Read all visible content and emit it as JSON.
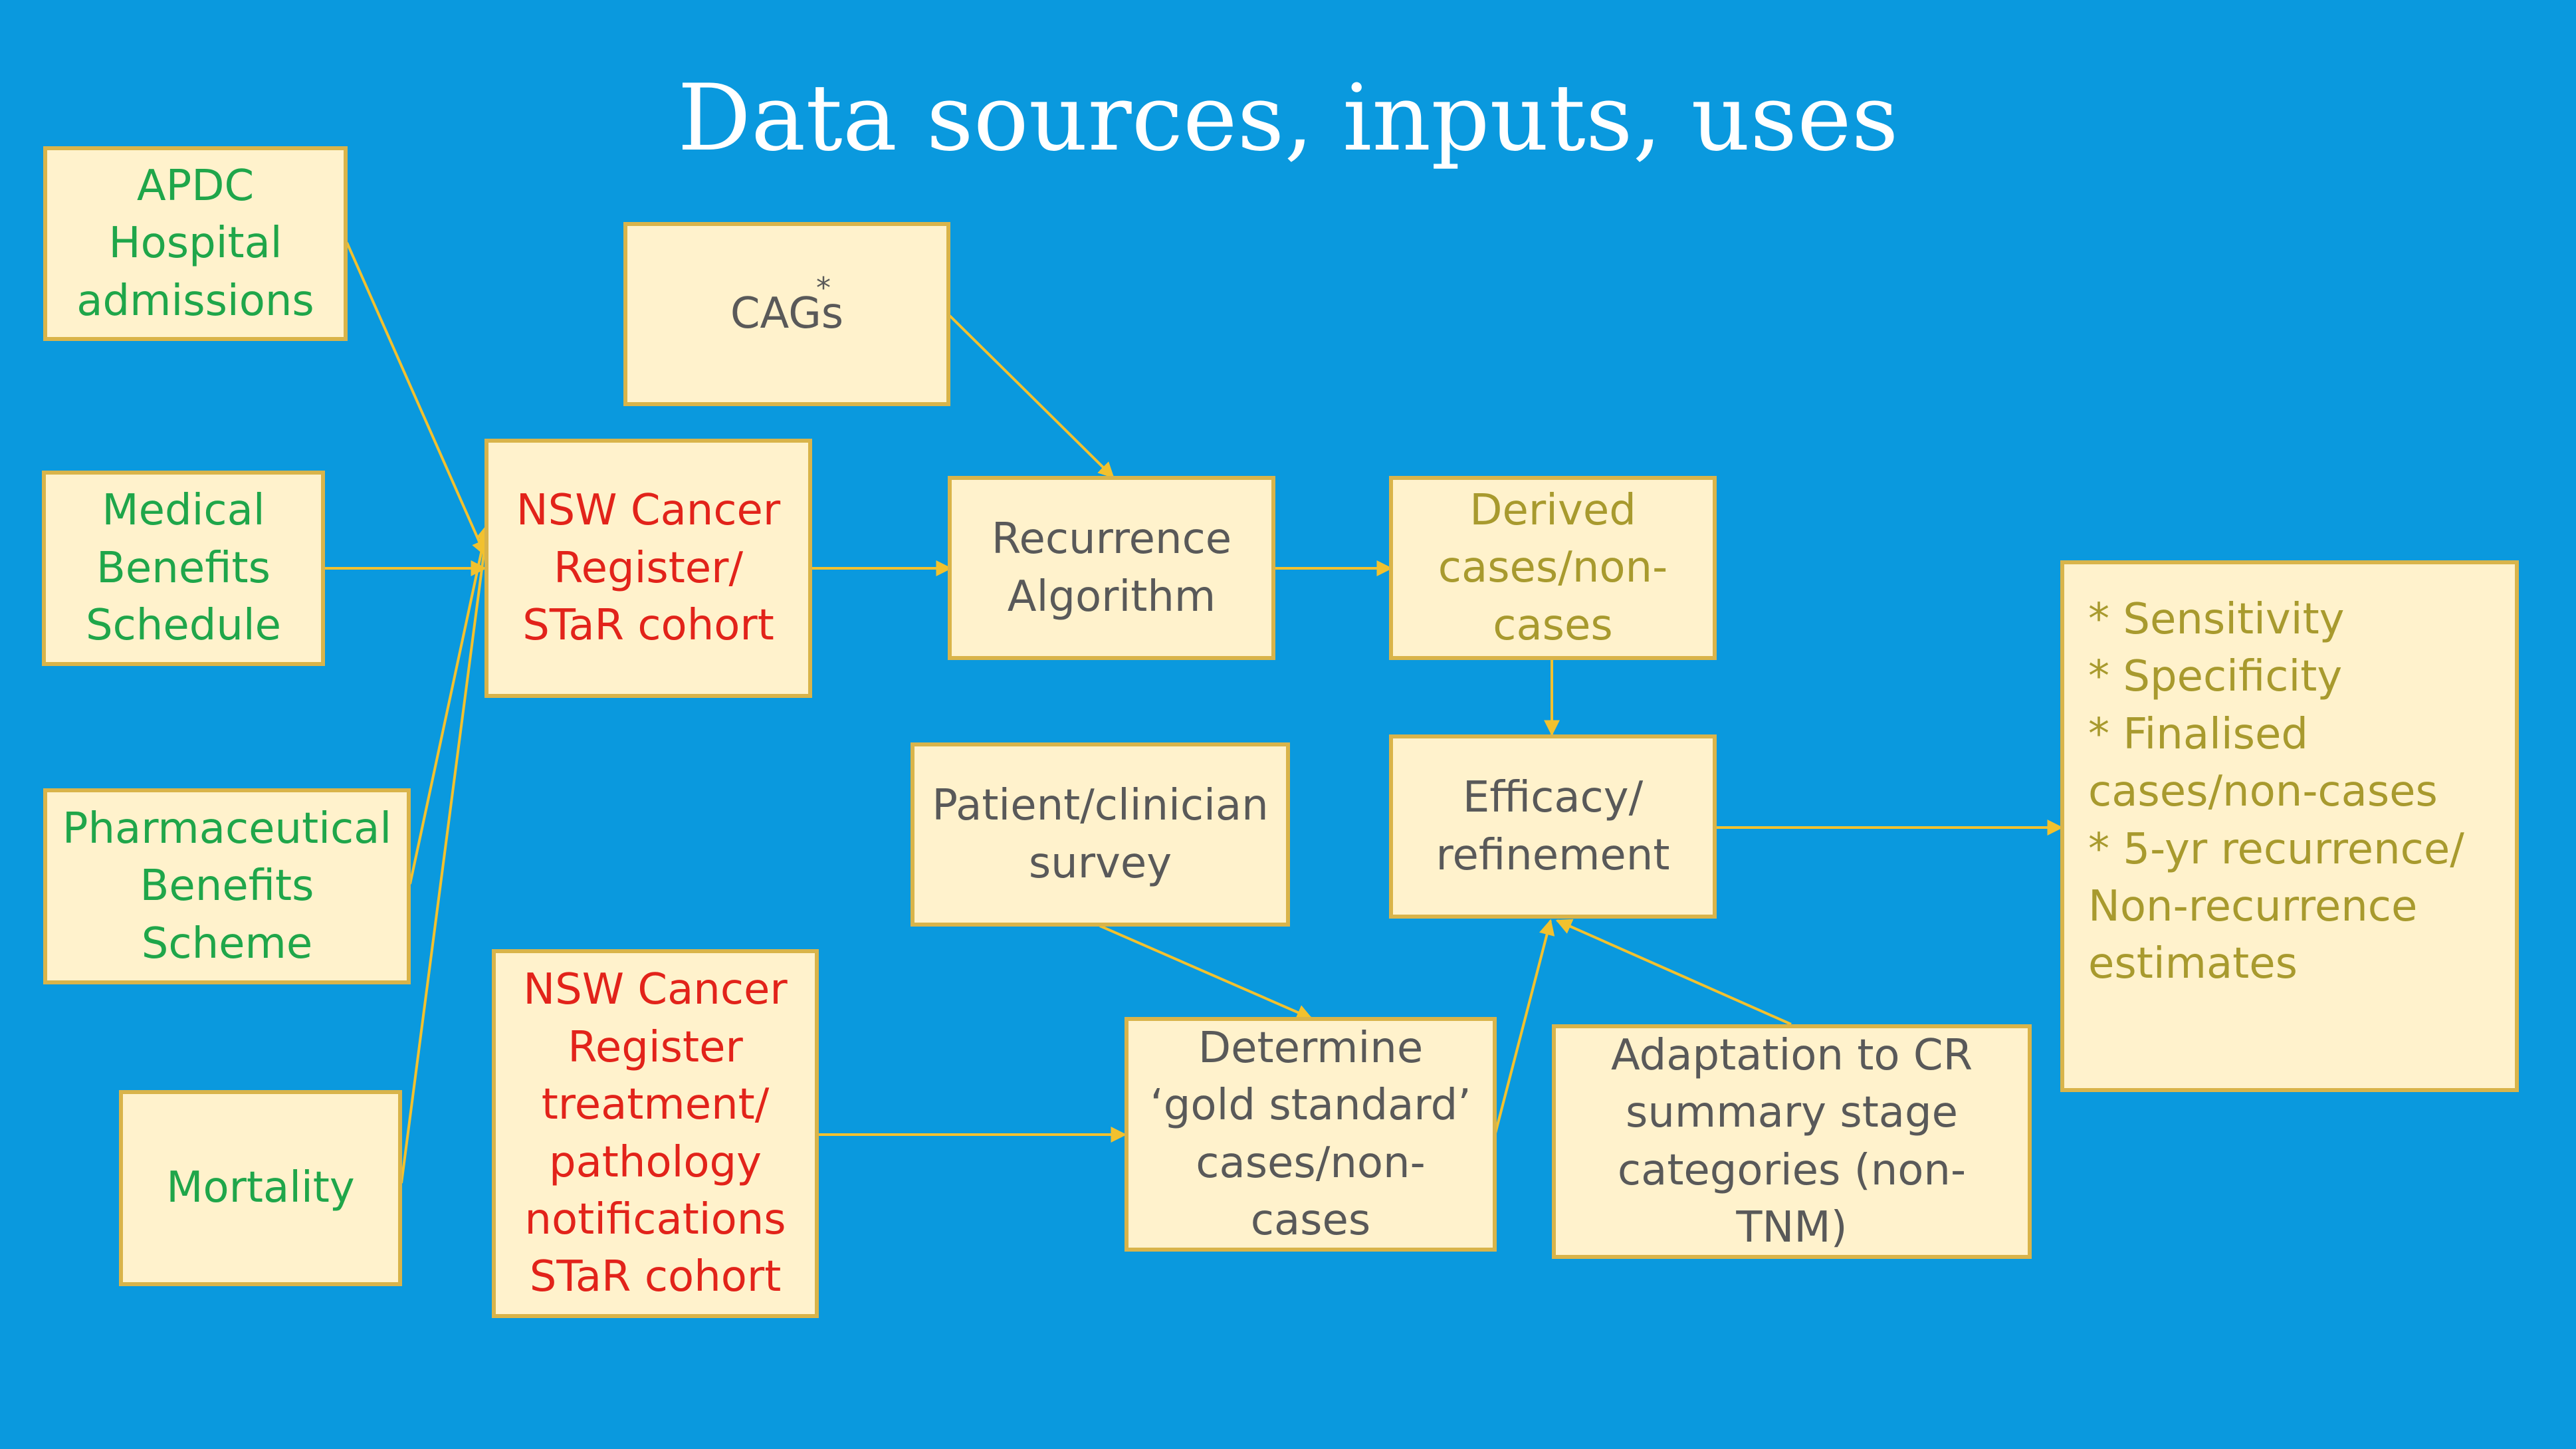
{
  "title": "Data sources, inputs, uses",
  "nodes": {
    "apdc": "APDC\nHospital\nadmissions",
    "mbs": "Medical\nBenefits\nSchedule",
    "pbs": "Pharmaceutical\nBenefits\nScheme",
    "mortality": "Mortality",
    "nsw_cohort": "NSW Cancer\nRegister/\nSTaR cohort",
    "nsw_treatment": "NSW Cancer\nRegister\ntreatment/\npathology\nnotifications\nSTaR cohort",
    "cags": "CAGs",
    "cags_mark": "*",
    "recurrence": "Recurrence\nAlgorithm",
    "derived": "Derived\ncases/non-\ncases",
    "survey": "Patient/clinician\nsurvey",
    "efficacy": "Efficacy/\nrefinement",
    "gold": "Determine\n‘gold standard’\ncases/non-\ncases",
    "adaptation": "Adaptation to CR\nsummary stage\ncategories (non-\nTNM)",
    "results": "* Sensitivity\n* Specificity\n* Finalised\ncases/non-cases\n* 5-yr recurrence/\nNon-recurrence\nestimates"
  },
  "colors": {
    "background": "#0A99DE",
    "box_fill": "#FFF2CC",
    "box_border": "#D9B44A",
    "arrow": "#F2C12E",
    "source_text": "#1FA64A",
    "register_text": "#E2231A",
    "process_text": "#595959",
    "output_text": "#A89A2E"
  }
}
